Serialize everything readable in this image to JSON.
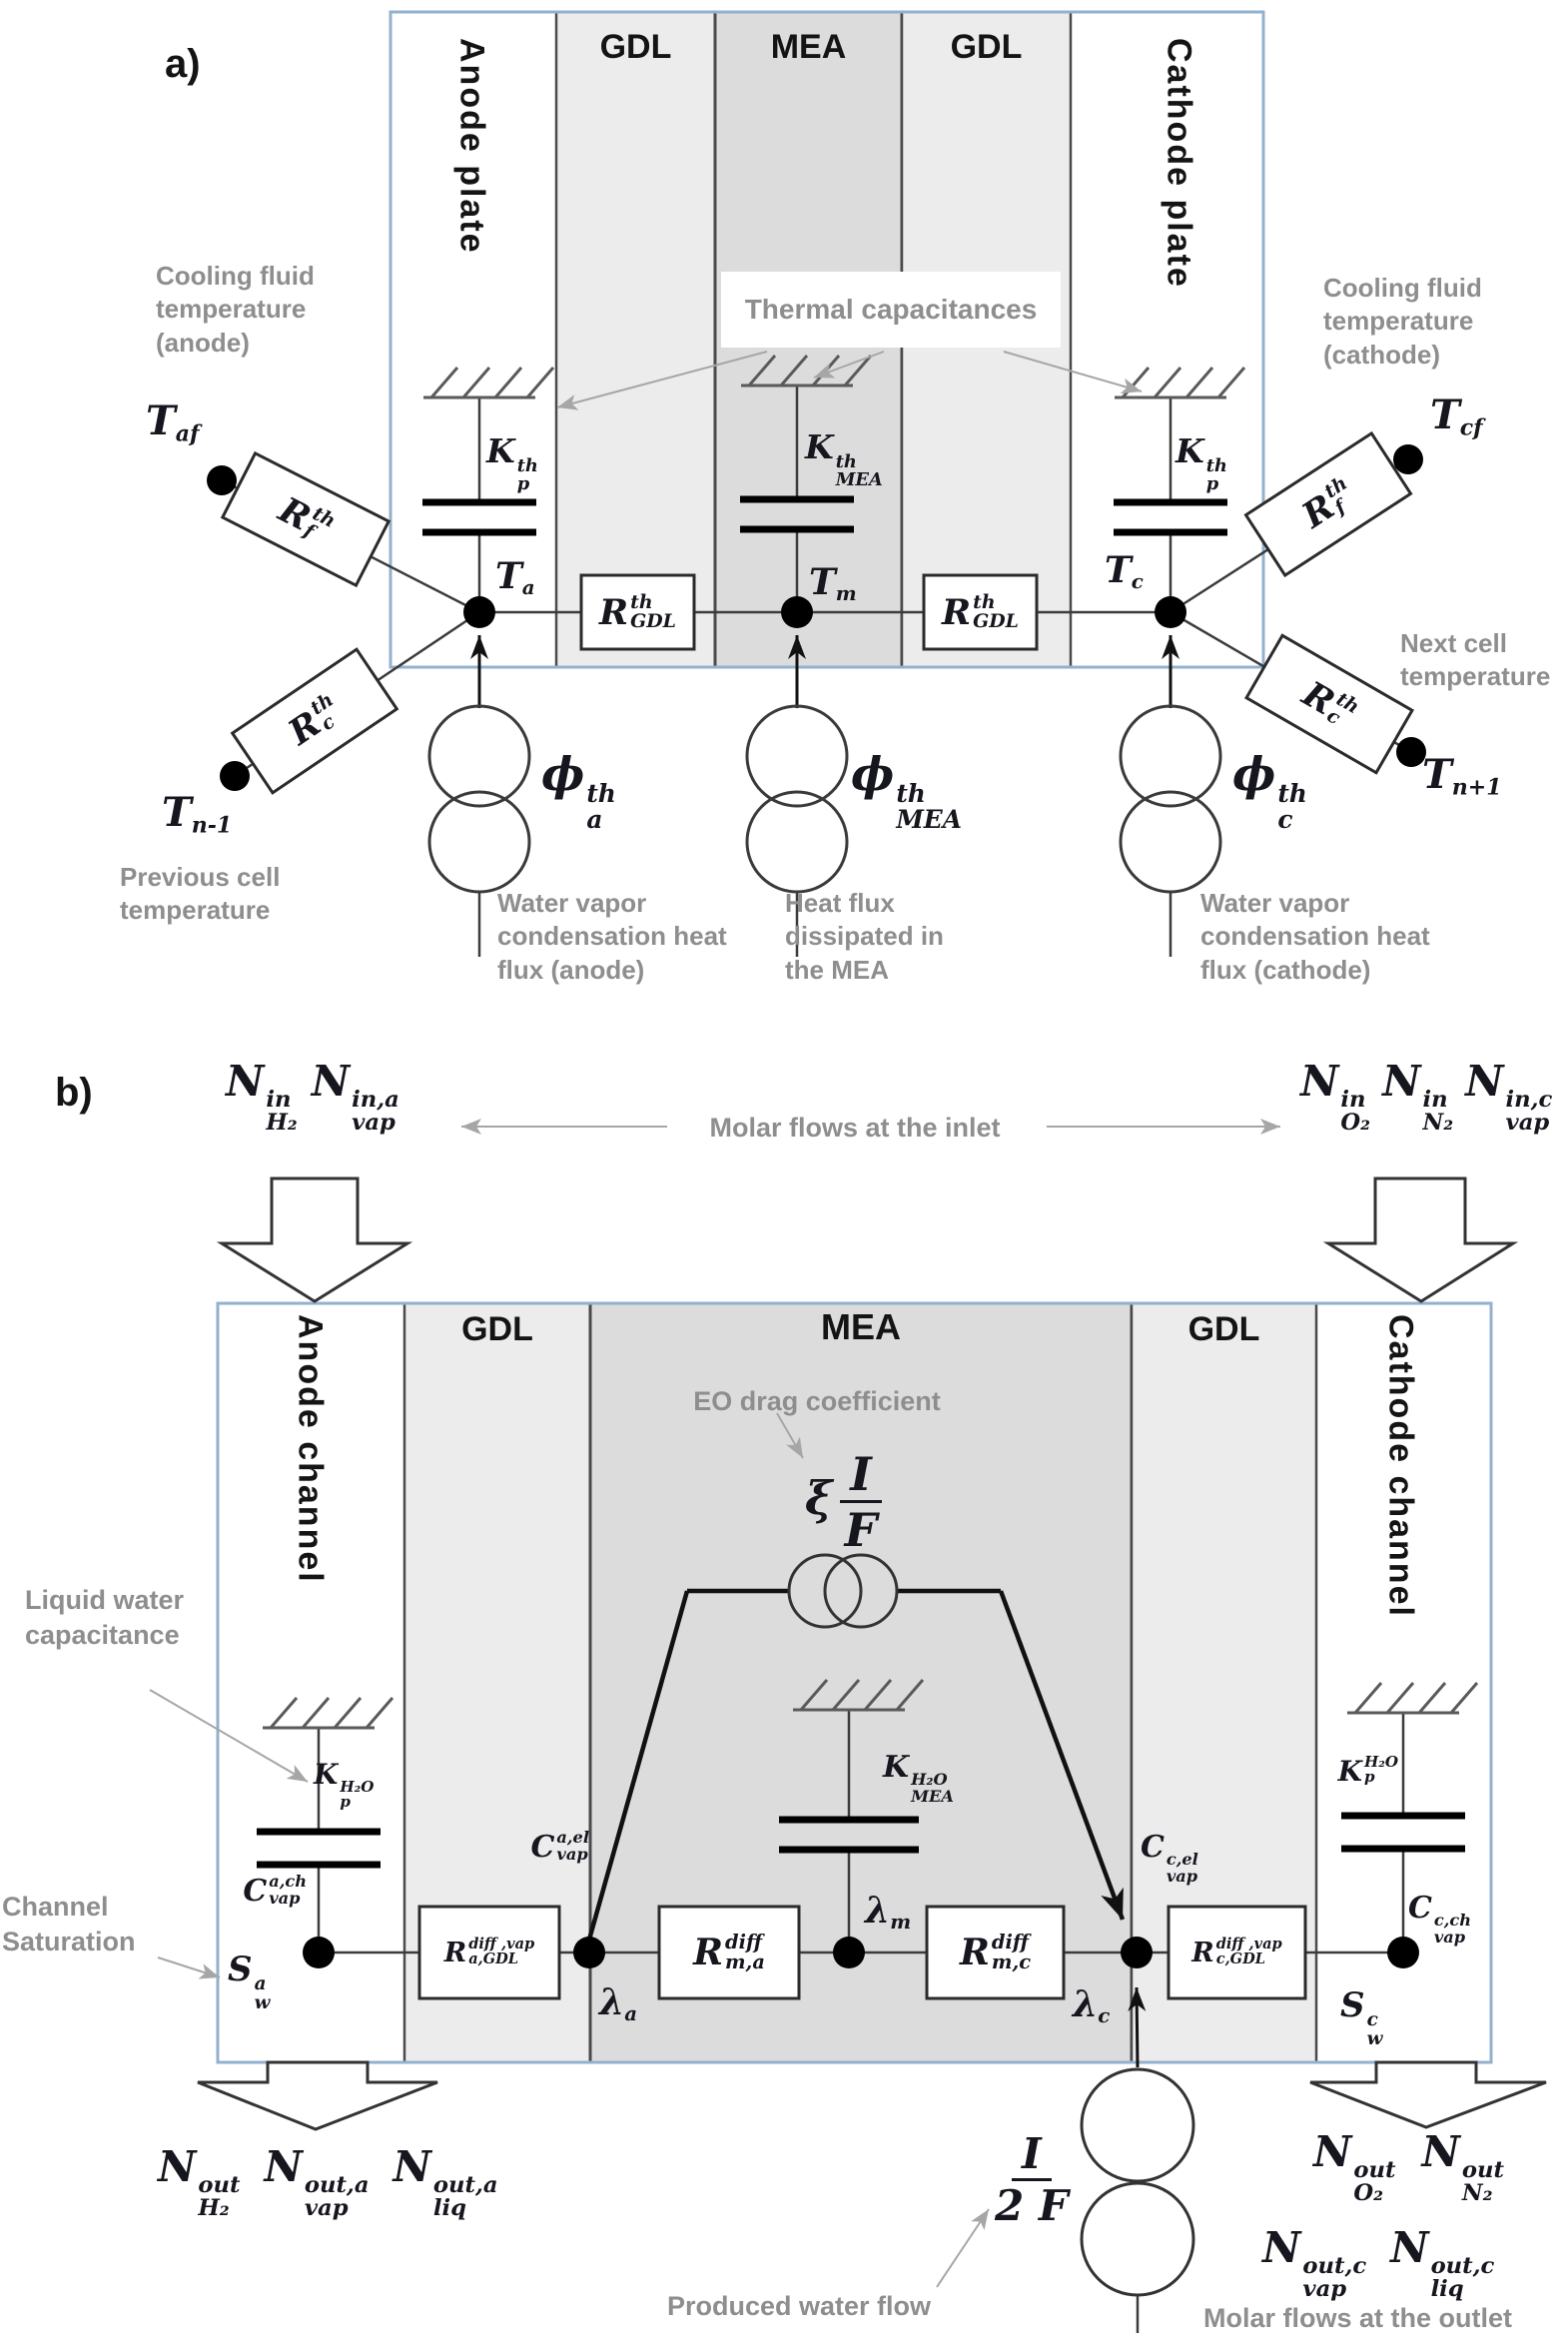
{
  "panel_a": {
    "label": "a)",
    "headers": {
      "anode_plate": "Anode plate",
      "gdl_left": "GDL",
      "mea": "MEA",
      "gdl_right": "GDL",
      "cathode_plate": "Cathode plate"
    },
    "annotations": {
      "thermal_capacitances": "Thermal capacitances",
      "cooling_anode": "Cooling fluid temperature (anode)",
      "cooling_cathode": "Cooling fluid temperature (cathode)",
      "previous_cell": "Previous cell temperature",
      "next_cell": "Next cell temperature",
      "flux_anode": "Water vapor condensation heat flux (anode)",
      "flux_mea": "Heat flux dissipated in the MEA",
      "flux_cathode": "Water vapor condensation heat flux (cathode)"
    },
    "math": {
      "T_af": {
        "base": "T",
        "sub": "af"
      },
      "T_cf": {
        "base": "T",
        "sub": "cf"
      },
      "T_n_minus": {
        "base": "T",
        "sub": "n-1"
      },
      "T_n_plus": {
        "base": "T",
        "sub": "n+1"
      },
      "T_a": {
        "base": "T",
        "sub": "a"
      },
      "T_m": {
        "base": "T",
        "sub": "m"
      },
      "T_c": {
        "base": "T",
        "sub": "c"
      },
      "R_f_left": {
        "base": "R",
        "sup": "th",
        "sub": "f"
      },
      "R_f_right": {
        "base": "R",
        "sup": "th",
        "sub": "f"
      },
      "R_c_left": {
        "base": "R",
        "sup": "th",
        "sub": "c"
      },
      "R_c_right": {
        "base": "R",
        "sup": "th",
        "sub": "c"
      },
      "R_GDL_left": {
        "base": "R",
        "sup": "th",
        "sub": "GDL"
      },
      "R_GDL_right": {
        "base": "R",
        "sup": "th",
        "sub": "GDL"
      },
      "K_p_anode": {
        "base": "K",
        "sup": "th",
        "sub": "p"
      },
      "K_MEA": {
        "base": "K",
        "sup": "th",
        "sub": "MEA"
      },
      "K_p_cathode": {
        "base": "K",
        "sup": "th",
        "sub": "p"
      },
      "phi_a": {
        "base": "ϕ",
        "sup": "th",
        "sub": "a"
      },
      "phi_MEA": {
        "base": "ϕ",
        "sup": "th",
        "sub": "MEA"
      },
      "phi_c": {
        "base": "ϕ",
        "sup": "th",
        "sub": "c"
      }
    }
  },
  "panel_b": {
    "label": "b)",
    "headers": {
      "anode_channel": "Anode channel",
      "gdl_left": "GDL",
      "mea": "MEA",
      "gdl_right": "GDL",
      "cathode_channel": "Cathode channel"
    },
    "annotations": {
      "molar_inlet": "Molar flows at the inlet",
      "molar_outlet": "Molar flows at the outlet",
      "eo_drag": "EO drag coefficient",
      "liquid_water": "Liquid water capacitance",
      "channel_saturation": "Channel Saturation",
      "produced_water": "Produced  water  flow"
    },
    "math": {
      "N_H2_in": {
        "base": "N",
        "sup": "in",
        "sub": "H₂"
      },
      "N_vap_in_a": {
        "base": "N",
        "sup": "in,a",
        "sub": "vap"
      },
      "N_O2_in": {
        "base": "N",
        "sup": "in",
        "sub": "O₂"
      },
      "N_N2_in": {
        "base": "N",
        "sup": "in",
        "sub": "N₂"
      },
      "N_vap_in_c": {
        "base": "N",
        "sup": "in,c",
        "sub": "vap"
      },
      "xi_I_F": {
        "pre": "ξ",
        "num": "I",
        "den": "F"
      },
      "I_2F": {
        "num": "I",
        "den": "2 F"
      },
      "K_p_H2O_anode": {
        "base": "K",
        "sup": "H₂O",
        "sub": "p"
      },
      "K_MEA_H2O": {
        "base": "K",
        "sup": "H₂O",
        "sub": "MEA"
      },
      "K_p_H2O_cathode": {
        "base": "K",
        "sup": "H₂O",
        "sub": "p"
      },
      "C_vap_a_ch": {
        "base": "C",
        "sup": "a,ch",
        "sub": "vap"
      },
      "C_vap_a_el": {
        "base": "C",
        "sup": "a,el",
        "sub": "vap"
      },
      "C_vap_c_el": {
        "base": "C",
        "sup": "c,el",
        "sub": "vap"
      },
      "C_vap_c_ch": {
        "base": "C",
        "sup": "c,ch",
        "sub": "vap"
      },
      "S_w_a": {
        "base": "S",
        "sup": "a",
        "sub": "w"
      },
      "S_w_c": {
        "base": "S",
        "sup": "c",
        "sub": "w"
      },
      "lambda_a": {
        "base": "λ",
        "sub": "a"
      },
      "lambda_m": {
        "base": "λ",
        "sub": "m"
      },
      "lambda_c": {
        "base": "λ",
        "sub": "c"
      },
      "R_a_GDL": {
        "base": "R",
        "sup": "diff ,vap",
        "sub": "a,GDL"
      },
      "R_m_a": {
        "base": "R",
        "sup": "diff",
        "sub": "m,a"
      },
      "R_m_c": {
        "base": "R",
        "sup": "diff",
        "sub": "m,c"
      },
      "R_c_GDL": {
        "base": "R",
        "sup": "diff ,vap",
        "sub": "c,GDL"
      }
    }
  }
}
